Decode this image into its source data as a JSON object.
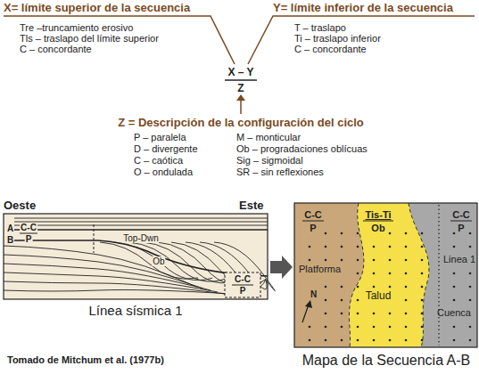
{
  "diagram": {
    "labels": [
      "X= límite superior de la secuencia",
      "Tre –truncamiento erosivo",
      "Tls – traslapo del límite superior",
      "C – concordante",
      "Y= límite inferior de la secuencia",
      "T – traslapo",
      "Ti – traslapo inferior",
      "C – concordante",
      "X – Y",
      "Z",
      "Z = Descripción de la configuración del ciclo",
      "P – paralela",
      "M – monticular",
      "D – divergente",
      "Ob – progradaciones oblícuas",
      "C – caótica",
      "Sig – sigmoidal",
      "O – ondulada",
      "SR – sin reflexiones",
      "Oeste",
      "Este",
      "A",
      "B",
      "C-C",
      "P",
      "Top-Dwn",
      "Ob",
      "C-C",
      "P",
      "Línea sísmica 1",
      "C-C",
      "P",
      "Tis-Ti",
      "Ob",
      "C-C",
      "P",
      "Platforma",
      "Talud",
      "Linea 1",
      "Cuenca",
      "N",
      "Mapa de la Secuencia A-B",
      "Tomado de Mitchum et al. (1977b)"
    ]
  }
}
